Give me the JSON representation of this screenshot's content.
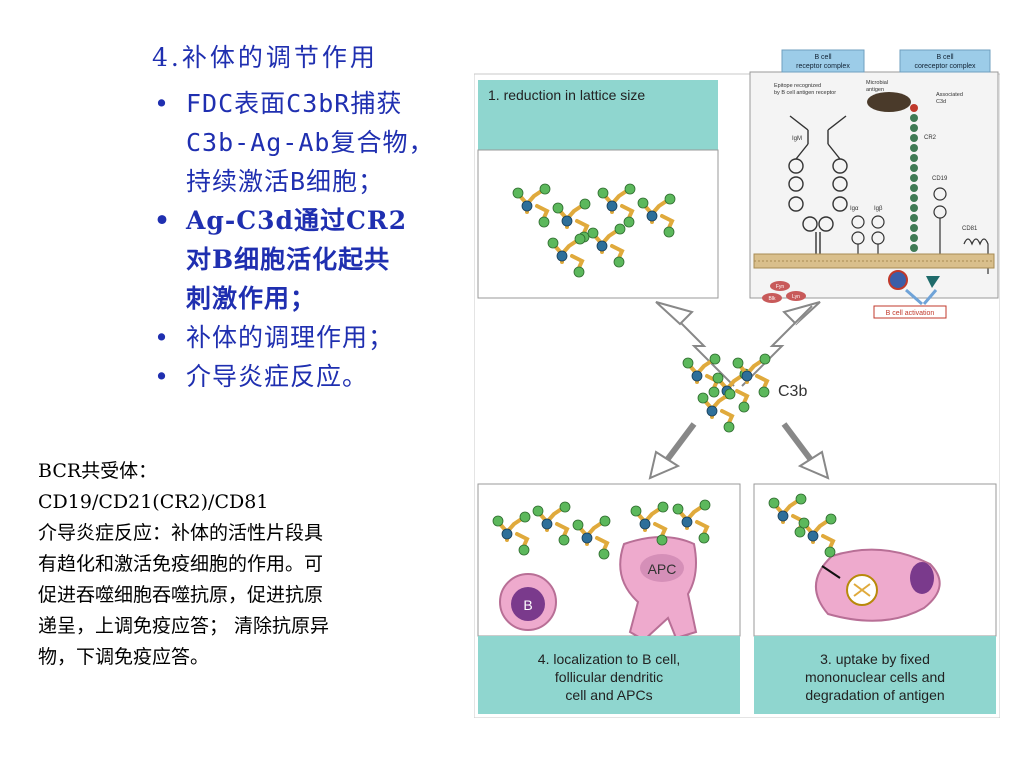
{
  "slide": {
    "title": "4.补体的调节作用",
    "bullets": [
      {
        "lines": [
          "FDC表面C3bR捕获",
          "C3b-Ag-Ab复合物，",
          "持续激活B细胞；"
        ],
        "style": "mono"
      },
      {
        "lines": [
          "Ag-C3d通过CR2",
          "对B细胞活化起共",
          "刺激作用；"
        ],
        "style": "serif"
      },
      {
        "lines": [
          "补体的调理作用；"
        ],
        "style": "mono"
      },
      {
        "lines": [
          "介导炎症反应。"
        ],
        "style": "mono"
      }
    ],
    "notes": [
      "BCR共受体：",
      "CD19/CD21(CR2)/CD81",
      "介导炎症反应：补体的活性片段具",
      "有趋化和激活免疫细胞的作用。可",
      "促进吞噬细胞吞噬抗原，促进抗原",
      "递呈，上调免疫应答； 清除抗原异",
      "物，下调免疫应答。"
    ]
  },
  "figure": {
    "panel1_label": "1. reduction in lattice size",
    "center_label": "C3b",
    "panel4_lines": [
      "4. localization to B cell,",
      "follicular dendritic",
      "cell and APCs"
    ],
    "panel3_lines": [
      "3. uptake by fixed",
      "mononuclear cells and",
      "degradation of antigen"
    ],
    "apc_label": "APC",
    "b_label": "B",
    "inset": {
      "header_left": [
        "B cell",
        "receptor complex"
      ],
      "header_right": [
        "B cell",
        "coreceptor complex"
      ],
      "epitope_label": [
        "Epitope recognized",
        "by B cell antigen receptor"
      ],
      "microbial_label": [
        "Microbial",
        "antigen"
      ],
      "associated_label": [
        "Associated",
        "C3d"
      ],
      "igm": "IgM",
      "iga": "Igα",
      "igb": "Igβ",
      "cr2": "CR2",
      "cd19": "CD19",
      "cd81": "CD81",
      "fyn": "Fyn",
      "blk": "Blk",
      "lyn": "Lyn",
      "activation": "B cell activation"
    },
    "colors": {
      "teal": "#8fd6cf",
      "header_blue": "#9ccce8",
      "pink": "#eeaacd",
      "purple": "#7a3a8c",
      "antibody": "#e0aa3c",
      "green_ball": "#5cb85c",
      "blue_ball": "#2e6f9a"
    }
  }
}
